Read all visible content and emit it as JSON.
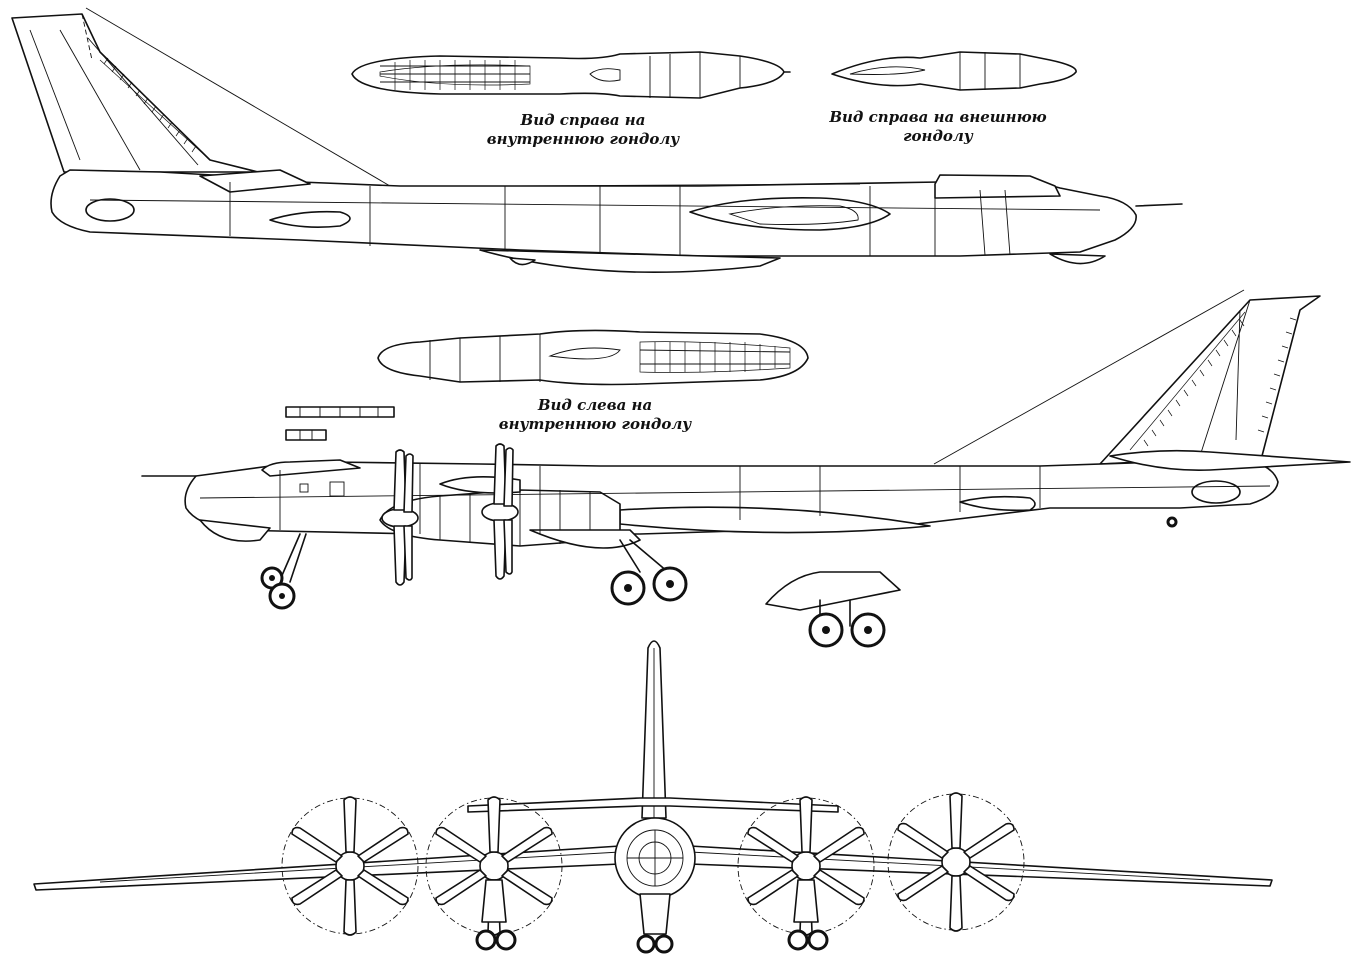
{
  "captions": {
    "right_inner_nacelle": {
      "line1": "Вид справа на",
      "line2": "внутреннюю гондолу"
    },
    "right_outer_nacelle": {
      "line1": "Вид справа на внешнюю",
      "line2": "гондолу"
    },
    "left_inner_nacelle": {
      "line1": "Вид слева  на",
      "line2": "внутреннюю гондолу"
    }
  },
  "colors": {
    "ink": "#111111",
    "paper": "#ffffff"
  }
}
